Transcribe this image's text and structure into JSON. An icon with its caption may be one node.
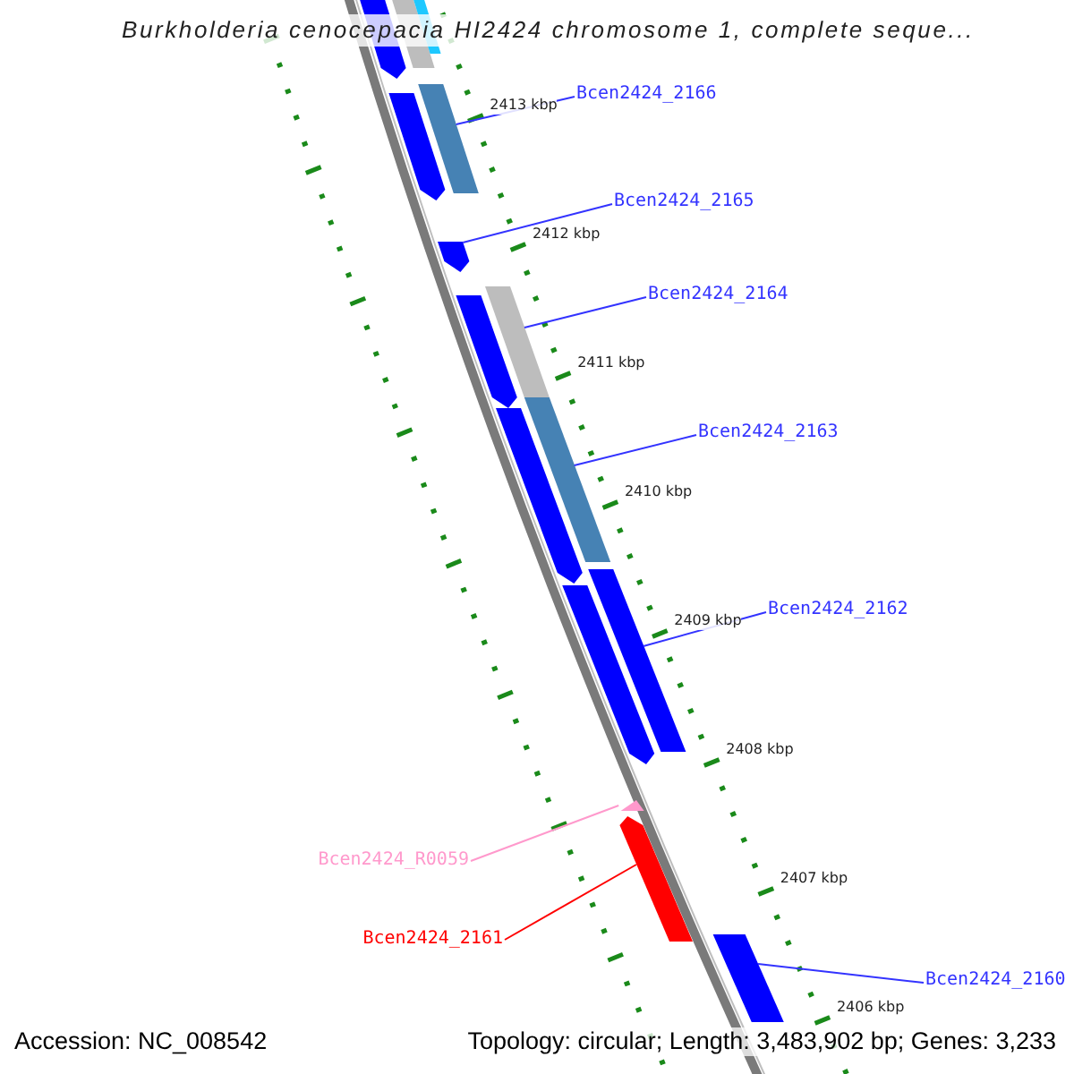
{
  "diagram": {
    "title": "Burkholderia cenocepacia HI2424 chromosome 1, complete seque...",
    "nodes": [
      {
        "text": [
          "Bcen2424_2166"
        ]
      },
      {
        "text": [],
        "shape": "bar"
      },
      {
        "text": [
          "Bcen2424_2165"
        ]
      },
      {
        "text": [],
        "shape": "bar"
      },
      {
        "text": [
          "Bcen2424_2164"
        ]
      },
      {
        "text": [],
        "shape": "bar"
      },
      {
        "text": [
          "Bcen2424_2163"
        ]
      },
      {
        "text": [],
        "shape": "bar"
      },
      {
        "text": [
          "Bcen2424_2162"
        ]
      },
      {
        "text": [],
        "shape": "bar"
      },
      {
        "text": [
          "Bcen2424_R0059"
        ]
      },
      {
        "text": [],
        "shape": "triangle"
      },
      {
        "text": [
          "Bcen2424_2161"
        ]
      },
      {
        "text": [],
        "shape": "bar"
      },
      {
        "text": [
          "Bcen2424_2160"
        ]
      },
      {
        "text": [],
        "shape": "bar"
      },
      {
        "text": [],
        "shape": "bar"
      },
      {
        "text": [],
        "shape": "bar"
      },
      {
        "text": [],
        "shape": "bar"
      },
      {
        "text": [],
        "shape": "bar"
      },
      {
        "text": [],
        "shape": "bar"
      },
      {
        "text": [],
        "shape": "bar"
      },
      {
        "text": [],
        "shape": "bar"
      }
    ],
    "edges": [
      {
        "from": 0,
        "to": 1,
        "arrow": "none"
      },
      {
        "from": 2,
        "to": 3,
        "arrow": "none"
      },
      {
        "from": 4,
        "to": 5,
        "arrow": "none"
      },
      {
        "from": 6,
        "to": 7,
        "arrow": "none"
      },
      {
        "from": 8,
        "to": 9,
        "arrow": "none"
      },
      {
        "from": 10,
        "to": 11,
        "arrow": "none",
        "color": "#ff99cc"
      },
      {
        "from": 12,
        "to": 13,
        "arrow": "none",
        "color": "#ff0000"
      },
      {
        "from": 14,
        "to": 15,
        "arrow": "none"
      }
    ],
    "labels": [
      "2413 kbp",
      "2412 kbp",
      "2411 kbp",
      "2410 kbp",
      "2409 kbp",
      "2408 kbp",
      "2407 kbp",
      "2406 kbp",
      "Accession: NC_008542",
      "Topology: circular; Length: 3,483,902 bp; Genes: 3,233"
    ]
  }
}
